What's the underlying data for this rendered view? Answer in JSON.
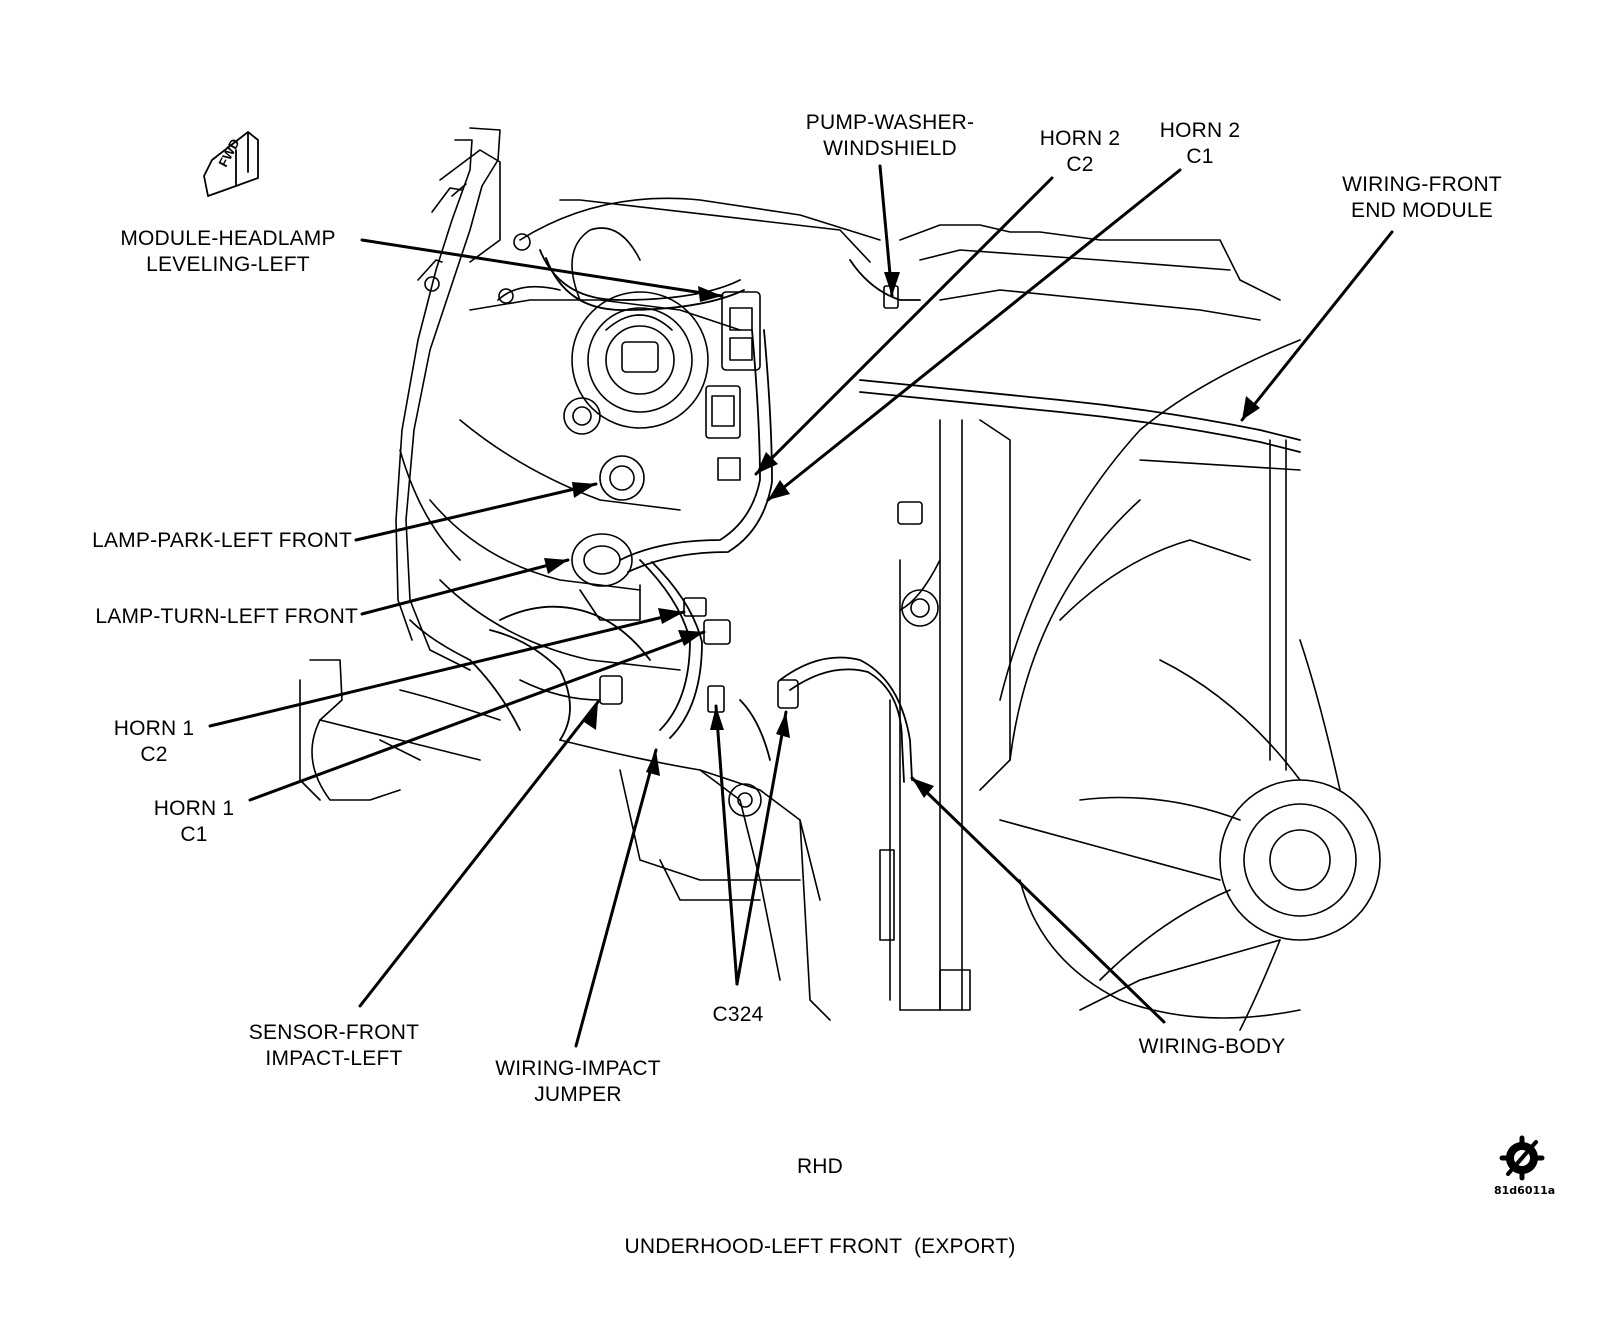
{
  "fwd_arrow": {
    "text": "FWD",
    "icon": "fwd-arrow-icon"
  },
  "labels": {
    "pump_washer": [
      "PUMP-WASHER-",
      "WINDSHIELD"
    ],
    "horn2_c2": [
      "HORN 2",
      "C2"
    ],
    "horn2_c1": [
      "HORN 2",
      "C1"
    ],
    "wiring_front_end": [
      "WIRING-FRONT",
      "END MODULE"
    ],
    "module_headlamp": [
      "MODULE-HEADLAMP",
      "LEVELING-LEFT"
    ],
    "lamp_park": [
      "LAMP-PARK-LEFT FRONT"
    ],
    "lamp_turn": [
      "LAMP-TURN-LEFT FRONT"
    ],
    "horn1_c2": [
      "HORN 1",
      "C2"
    ],
    "horn1_c1": [
      "HORN 1",
      "C1"
    ],
    "sensor_front": [
      "SENSOR-FRONT",
      "IMPACT-LEFT"
    ],
    "wiring_impact": [
      "WIRING-IMPACT",
      "JUMPER"
    ],
    "c324": [
      "C324"
    ],
    "wiring_body": [
      "WIRING-BODY"
    ]
  },
  "caption_rhd": "RHD",
  "caption_title": "UNDERHOOD-LEFT FRONT  (EXPORT)",
  "figure_code": "81d6011a",
  "logo_icon": "gear-slash-logo-icon",
  "colors": {
    "ink": "#000000",
    "paper": "#ffffff"
  }
}
